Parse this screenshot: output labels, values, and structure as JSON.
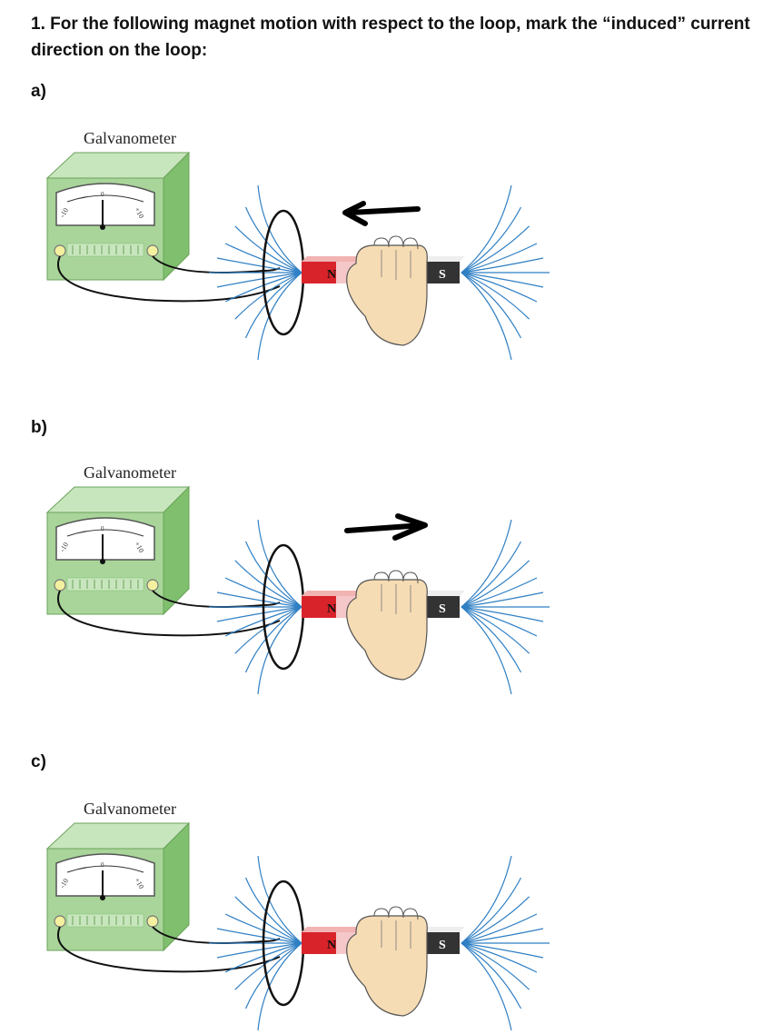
{
  "question": {
    "text": "1. For the following magnet motion with respect to the loop, mark the “induced” current direction on the loop:"
  },
  "parts": [
    {
      "label": "a)",
      "galvanometer_label": "Galvanometer",
      "scale_left": "-10",
      "scale_zero": "0",
      "scale_right": "+10",
      "magnet_north": "N",
      "magnet_south": "S",
      "motion_arrow": "left"
    },
    {
      "label": "b)",
      "galvanometer_label": "Galvanometer",
      "scale_left": "-10",
      "scale_zero": "0",
      "scale_right": "+10",
      "magnet_north": "N",
      "magnet_south": "S",
      "motion_arrow": "right"
    },
    {
      "label": "c)",
      "galvanometer_label": "Galvanometer",
      "scale_left": "-10",
      "scale_zero": "0",
      "scale_right": "+10",
      "magnet_north": "N",
      "magnet_south": "S",
      "motion_arrow": "none"
    }
  ],
  "colors": {
    "galvanometer_front": "#a9d59a",
    "galvanometer_side": "#7fbf6e",
    "galvanometer_top": "#c8e6bd",
    "field_lines": "#2f7fc4",
    "magnet_north": "#d8232a",
    "magnet_south": "#333333",
    "hand": "#f6dcb4",
    "motion_arrow": "#000000"
  }
}
